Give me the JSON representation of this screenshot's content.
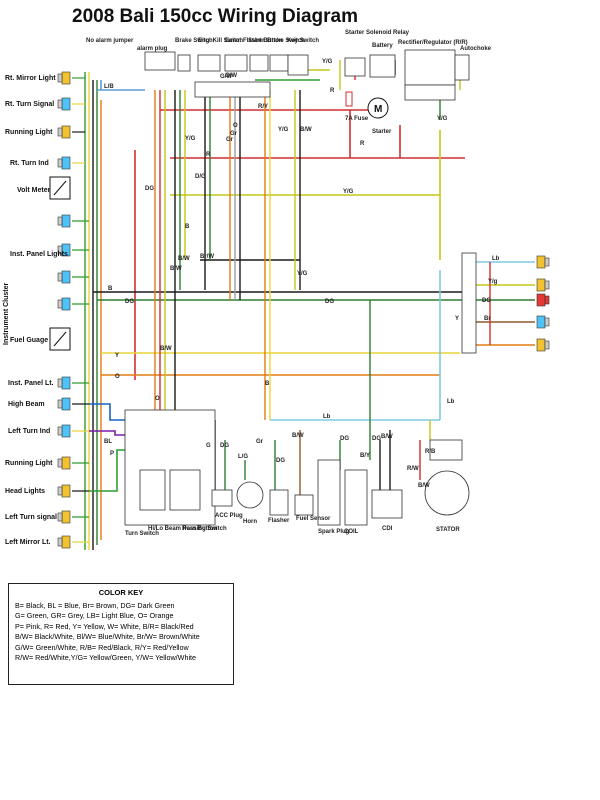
{
  "title": "2008 Bali 150cc Wiring Diagram",
  "left_components": [
    "Rt. Mirror Light",
    "Rt. Turn Signal",
    "Running Light",
    "Rt. Turn Ind",
    "Volt Meter",
    "Inst. Panel Lights",
    "Fuel Guage",
    "Inst. Panel Lt.",
    "High Beam",
    "Left Turn Ind",
    "Running Light",
    "Head Lights",
    "Left Turn signal",
    "Left Mirror Lt."
  ],
  "cluster_label": "Instrument Cluster",
  "top_components": [
    "No alarm jumper",
    "alarm plug",
    "Brake Switch",
    "Eng. Kill Switch",
    "Emer. Flasher",
    "Start Button",
    "Brake Switch",
    "Key Switch",
    "Starter Solenoid Relay",
    "Battery",
    "Rectifier/Regulator (R/R)",
    "Autochoke",
    "7A Fuse",
    "Starter"
  ],
  "bottom_components": [
    "Turn Switch",
    "Hi/Lo Beam Passing Switch",
    "Horn Button",
    "ACC Plug",
    "Horn",
    "Flasher",
    "Fuel Sensor",
    "Spark Plug",
    "COIL",
    "CDI",
    "STATOR"
  ],
  "wire_labels": [
    "L/B",
    "G/W",
    "Y/G",
    "R/Y",
    "R",
    "Y/G",
    "B/W",
    "Y/G",
    "R",
    "DG",
    "D/G",
    "Y/G",
    "B",
    "B/W",
    "Br/W",
    "Lb",
    "Y/g",
    "DG",
    "Br",
    "Y",
    "B",
    "DG",
    "DG",
    "B/W",
    "Y",
    "O",
    "Lb",
    "Lb",
    "B",
    "DG",
    "Gr",
    "B/W",
    "DG",
    "G",
    "L/G",
    "DG",
    "B/Y",
    "DG",
    "B/W",
    "R/W",
    "R/B",
    "B/W",
    "BL",
    "P",
    "O",
    "Gr",
    "G/W",
    "B/W",
    "Y/G",
    "R",
    "Y/G",
    "O",
    "Gr"
  ],
  "color_key": {
    "title": "COLOR KEY",
    "lines": [
      "B= Black, BL = Blue, Br= Brown, DG= Dark Green",
      "G= Green, GR= Grey, LB= Light Blue, O= Orange",
      "P= Pink, R= Red, Y= Yellow, W= White, B/R= Black/Red",
      "B/W= Black/White, Bl/W= Blue/White, Br/W= Brown/White",
      "G/W= Green/White, R/B= Red/Black, R/Y= Red/Yellow",
      "R/W= Red/White,Y/G= Yellow/Green, Y/W= Yellow/White"
    ]
  }
}
